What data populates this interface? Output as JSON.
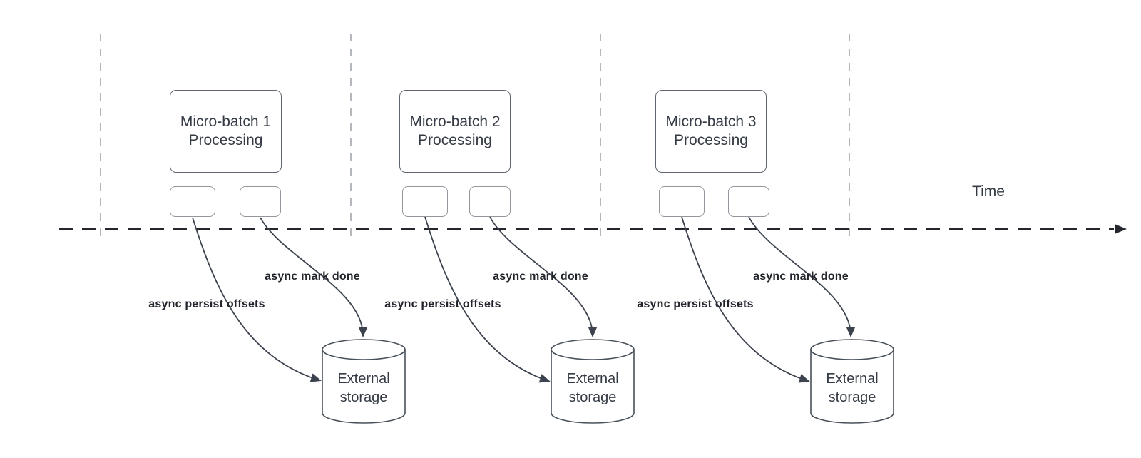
{
  "diagram": {
    "time_axis_label": "Time",
    "batches": [
      {
        "process_label": "Micro-batch 1\nProcessing",
        "persist_arrow_label": "async persist offsets",
        "mark_done_arrow_label": "async mark done",
        "storage_label": "External\nstorage"
      },
      {
        "process_label": "Micro-batch 2\nProcessing",
        "persist_arrow_label": "async persist offsets",
        "mark_done_arrow_label": "async mark done",
        "storage_label": "External\nstorage"
      },
      {
        "process_label": "Micro-batch 3\nProcessing",
        "persist_arrow_label": "async persist offsets",
        "mark_done_arrow_label": "async mark done",
        "storage_label": "External\nstorage"
      }
    ]
  },
  "colors": {
    "background": "#ffffff",
    "guide-line": "#b4b7bb",
    "timeline": "#24282e",
    "box-border": "#5f6671",
    "small-box-border": "#93979d",
    "cylinder-stroke": "#485059",
    "arrow": "#3c434e",
    "text": "#343b45",
    "label": "#22262c"
  }
}
